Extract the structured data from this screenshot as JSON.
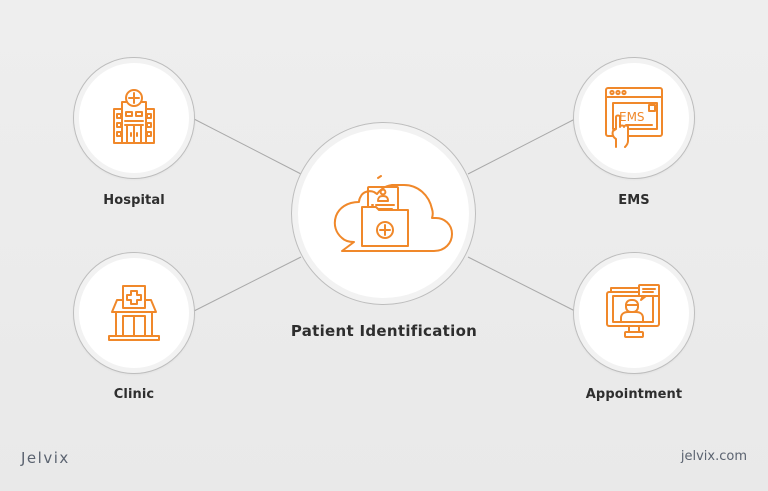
{
  "diagram": {
    "center": {
      "label": "Patient Identification",
      "icon": "cloud-patient-folder-icon"
    },
    "nodes": [
      {
        "id": "hospital",
        "label": "Hospital",
        "icon": "hospital-building-icon",
        "position": "top-left"
      },
      {
        "id": "clinic",
        "label": "Clinic",
        "icon": "clinic-building-icon",
        "position": "bottom-left"
      },
      {
        "id": "ems",
        "label": "EMS",
        "icon": "ems-browser-hand-icon",
        "icon_text": "EMS",
        "position": "top-right"
      },
      {
        "id": "appointment",
        "label": "Appointment",
        "icon": "video-appointment-monitor-icon",
        "position": "bottom-right"
      }
    ],
    "connectors": [
      {
        "from": "hospital",
        "to": "center"
      },
      {
        "from": "clinic",
        "to": "center"
      },
      {
        "from": "ems",
        "to": "center"
      },
      {
        "from": "appointment",
        "to": "center"
      }
    ]
  },
  "footer": {
    "brand_logo": "Jelvix",
    "website": "jelvix.com"
  },
  "colors": {
    "background": "#ebebeb",
    "accent_orange": "#f0882a",
    "circle_fill": "#ffffff",
    "circle_border": "#bdbdbd",
    "connector": "#a9a9a9",
    "label_text": "#2e2e2e",
    "brand_text": "#5b6370"
  }
}
